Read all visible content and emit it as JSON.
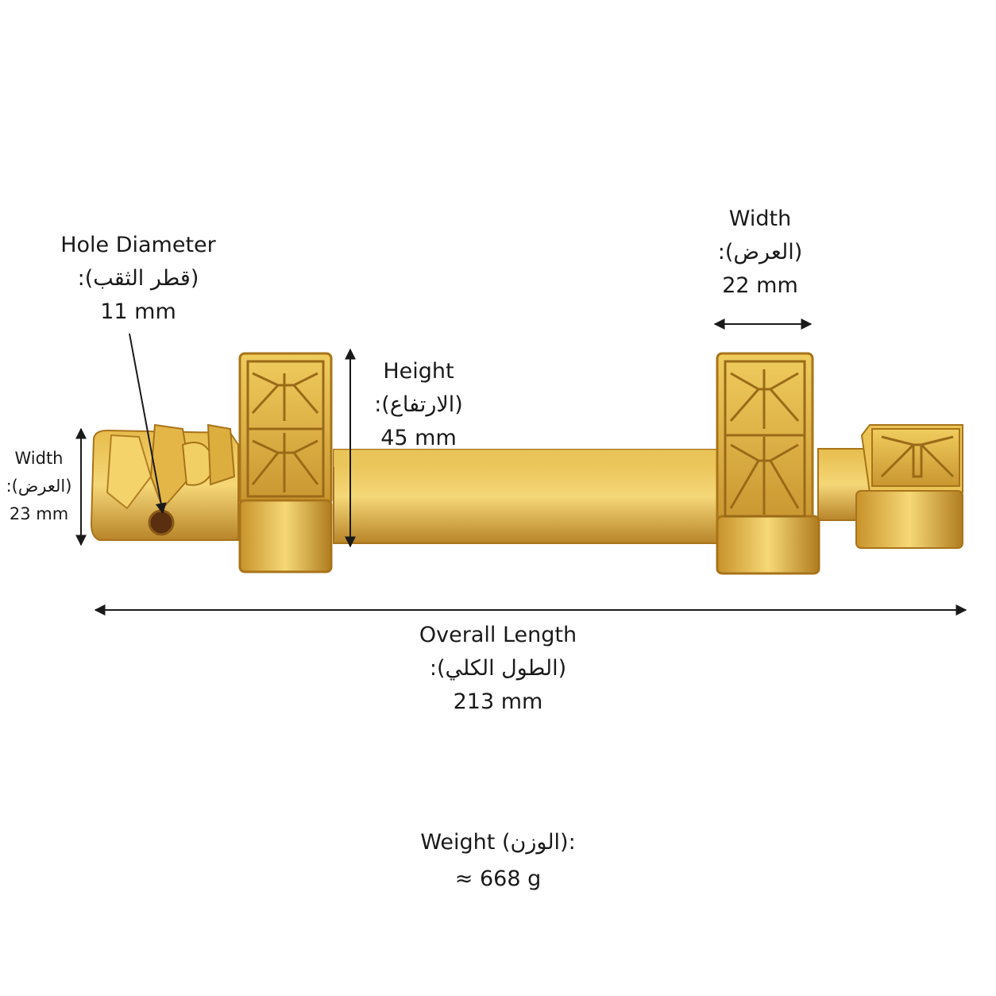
{
  "colors": {
    "brass_light": "#f3d46a",
    "brass_mid": "#d9a835",
    "brass_dark": "#a8741a",
    "arrow": "#1a1a1a"
  },
  "annotations": {
    "hole": {
      "title": "Hole Diameter",
      "arabic": "(قطر الثقب):",
      "value": "11 mm"
    },
    "height": {
      "title": "Height",
      "arabic": "(الارتفاع):",
      "value": "45 mm"
    },
    "width_right": {
      "title": "Width",
      "arabic": "(العرض):",
      "value": "22 mm"
    },
    "width_left": {
      "title": "Width",
      "arabic": "(العرض):",
      "value": "23 mm"
    },
    "length": {
      "title": "Overall Length",
      "arabic": "(الطول الكلي):",
      "value": "213 mm"
    },
    "weight": {
      "title": "Weight (الوزن):",
      "value": "≈ 668 g"
    }
  }
}
